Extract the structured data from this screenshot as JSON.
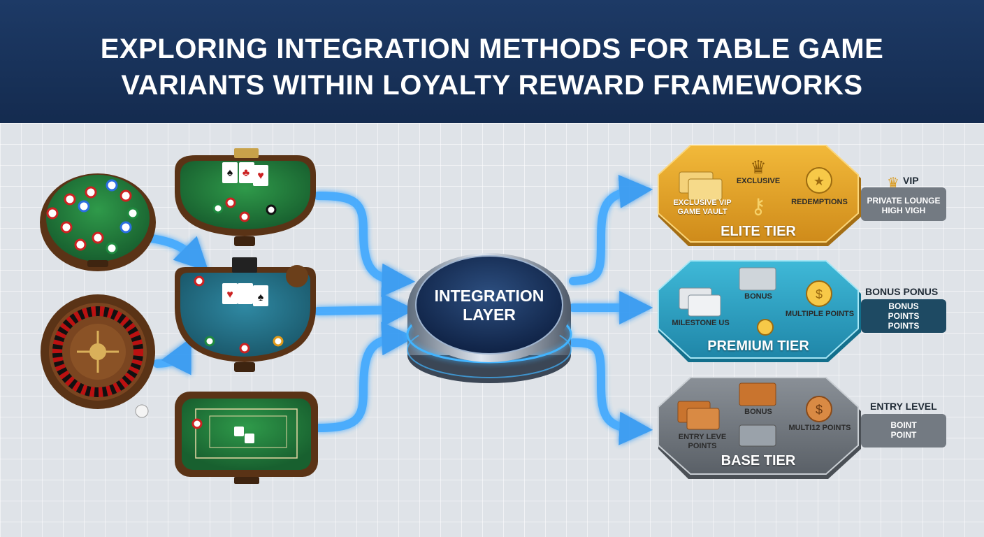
{
  "title": {
    "line1": "EXPLORING INTEGRATION METHODS FOR TABLE GAME",
    "line2": "VARIANTS WITHIN LOYALTY REWARD FRAMEWORKS"
  },
  "core": {
    "line1": "INTEGRATION",
    "line2": "LAYER"
  },
  "tiers": {
    "elite": {
      "name": "ELITE TIER",
      "card_label": "EXCLUSIVE VIP\nGAME VAULT",
      "center_label": "EXCLUSIVE",
      "right_label": "REDEMPTIONS",
      "side_title": "VIP",
      "side_text": "PRIVATE LOUNGE\nHIGH VIGH"
    },
    "premium": {
      "name": "PREMIUM TIER",
      "card_label": "MILESTONE US",
      "center_label": "BONUS",
      "right_label": "MULTIPLE POINTS",
      "side_title": "BONUS PONUS",
      "side_text": "BONUS\nPOINTS\nPOINTS"
    },
    "base": {
      "name": "BASE TIER",
      "card_label": "ENTRY LEVE POINTS",
      "center_label": "BONUS",
      "right_label": "MULTI12 POINTS",
      "side_title": "ENTRY LEVEL",
      "side_text": "BOINT\nPOINT"
    }
  },
  "colors": {
    "banner": "#1b365f",
    "elite": "#e2a32a",
    "premium": "#2aa3c4",
    "base": "#6f757c",
    "connector": "#3aa7ff",
    "felt_green": "#1f7a3a",
    "felt_blue": "#236f86"
  }
}
